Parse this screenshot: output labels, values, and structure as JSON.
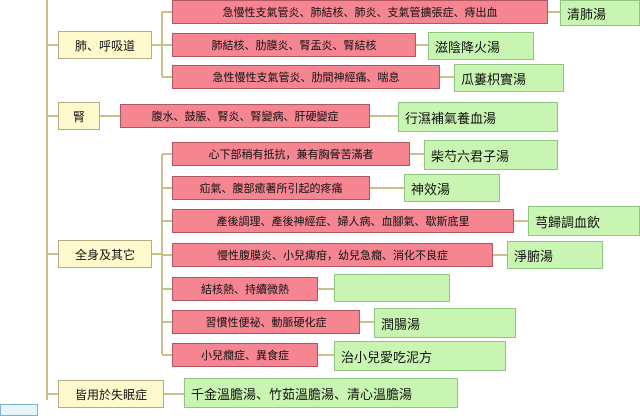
{
  "categories": {
    "lung": "肺、呼吸道",
    "kidney": "腎",
    "general": "全身及其它",
    "insomnia": "皆用於失眠症"
  },
  "symptoms": {
    "lung": [
      "急慢性支氣管炎、肺結核、肺炎、支氣管擴張症、痔出血",
      "肺結核、肋膜炎、腎盂炎、腎結核",
      "急性慢性支氣管炎、肋間神經痛、喘息"
    ],
    "kidney": [
      "腹水、鼓脹、腎炎、腎變病、肝硬變症"
    ],
    "general": [
      "心下部稍有抵抗，兼有胸脅苦滿者",
      "疝氣、腹部癒著所引起的疼痛",
      "產後調理、產後神經症、婦人病、血腳氣、歇斯底里",
      "慢性腹膜炎、小兒痺疳，幼兒急癇、消化不良症",
      "結核熱、持續微熱",
      "習慣性便祕、動脈硬化症",
      "小兒癇症、異食症"
    ]
  },
  "formulas": {
    "lung": [
      "清肺湯",
      "滋陰降火湯",
      "瓜蔞枳實湯"
    ],
    "kidney": [
      "行濕補氣養血湯"
    ],
    "general": [
      "柴芍六君子湯",
      "神效湯",
      "芎歸調血飲",
      "淨腑湯",
      "",
      "潤腸湯",
      "治小兒愛吃泥方"
    ],
    "insomnia": "千金溫膽湯、竹茹溫膽湯、清心溫膽湯"
  }
}
